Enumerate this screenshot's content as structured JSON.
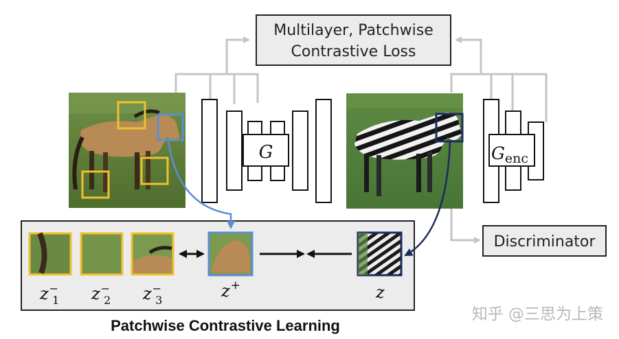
{
  "loss_box": {
    "line1": "Multilayer, Patchwise",
    "line2": "Contrastive Loss"
  },
  "generator": {
    "letter": "G"
  },
  "encoder": {
    "letter": "G",
    "subscript": "enc"
  },
  "discriminator": {
    "label": "Discriminator"
  },
  "patches": {
    "negatives": [
      {
        "base": "z",
        "sub": "1",
        "sup": "−"
      },
      {
        "base": "z",
        "sub": "2",
        "sup": "−"
      },
      {
        "base": "z",
        "sub": "3",
        "sup": "−"
      }
    ],
    "positive": {
      "base": "z",
      "sup": "+"
    },
    "query": {
      "base": "z"
    }
  },
  "caption": "Patchwise Contrastive Learning",
  "watermark": "知乎 @三思为上策",
  "colors": {
    "negative_patch": "#f2c12e",
    "positive_patch": "#5b8fd4",
    "query_patch": "#1c2a5c",
    "connector": "#c4c4c4",
    "panel_bg": "#ececec"
  }
}
